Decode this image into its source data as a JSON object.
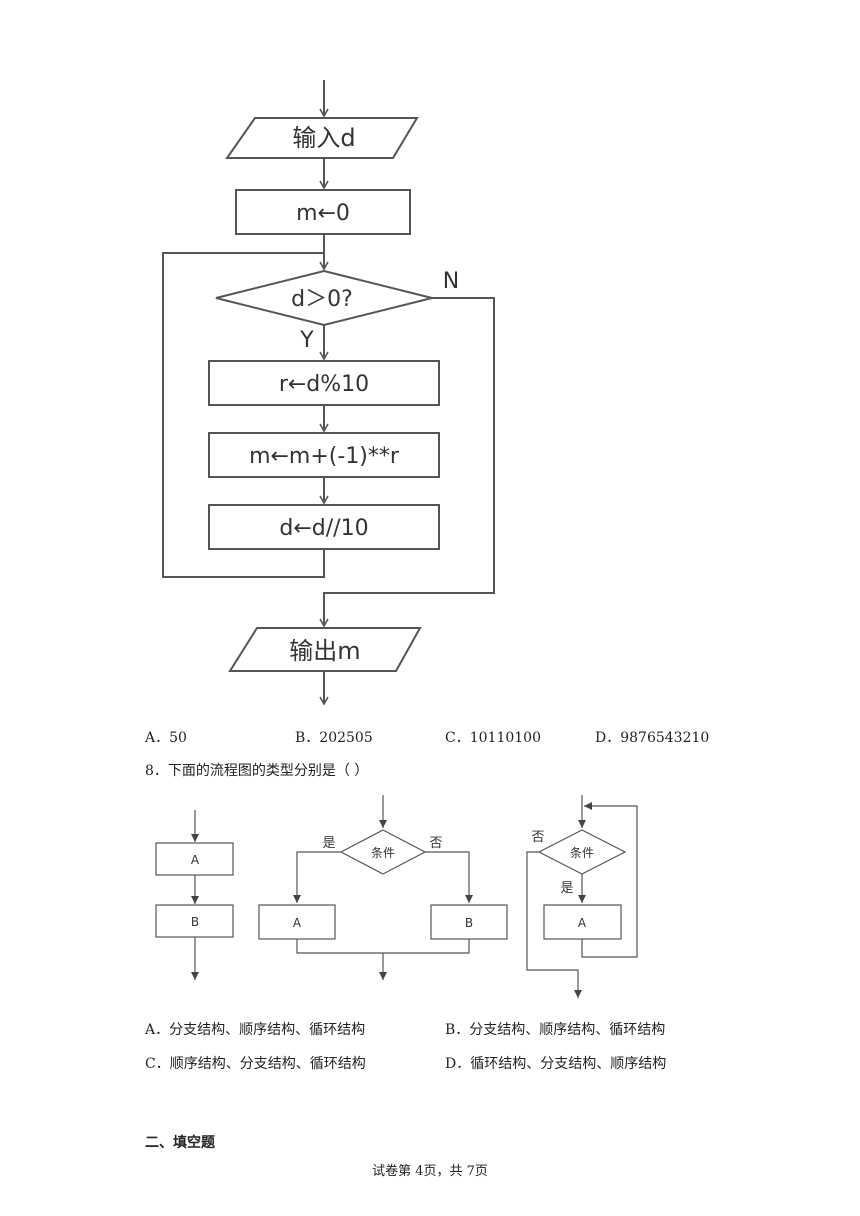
{
  "flowchart1": {
    "input": "输入d",
    "init": "m←0",
    "condition": "d＞0?",
    "yes": "Y",
    "no": "N",
    "step1": "r←d%10",
    "step2": "m←m+(-1)**r",
    "step3": "d←d//10",
    "output": "输出m"
  },
  "q7": {
    "options": [
      {
        "letter": "A．",
        "text": "50"
      },
      {
        "letter": "B．",
        "text": "202505"
      },
      {
        "letter": "C．",
        "text": "10110100"
      },
      {
        "letter": "D．",
        "text": "9876543210"
      }
    ]
  },
  "q8": {
    "number": "8．",
    "text": "下面的流程图的类型分别是（    ）",
    "diagrams": {
      "seq": {
        "a": "A",
        "b": "B"
      },
      "branch": {
        "condition": "条件",
        "yes": "是",
        "no": "否",
        "a": "A",
        "b": "B"
      },
      "loop": {
        "condition": "条件",
        "yes": "是",
        "no": "否",
        "a": "A"
      }
    },
    "options": [
      {
        "letter": "A．",
        "text": "分支结构、顺序结构、循环结构"
      },
      {
        "letter": "B．",
        "text": "分支结构、顺序结构、循环结构"
      },
      {
        "letter": "C．",
        "text": "顺序结构、分支结构、循环结构"
      },
      {
        "letter": "D．",
        "text": "循环结构、分支结构、顺序结构"
      }
    ]
  },
  "section2": {
    "title": "二、填空题"
  },
  "footer": {
    "text": "试卷第 4页，共 7页"
  }
}
